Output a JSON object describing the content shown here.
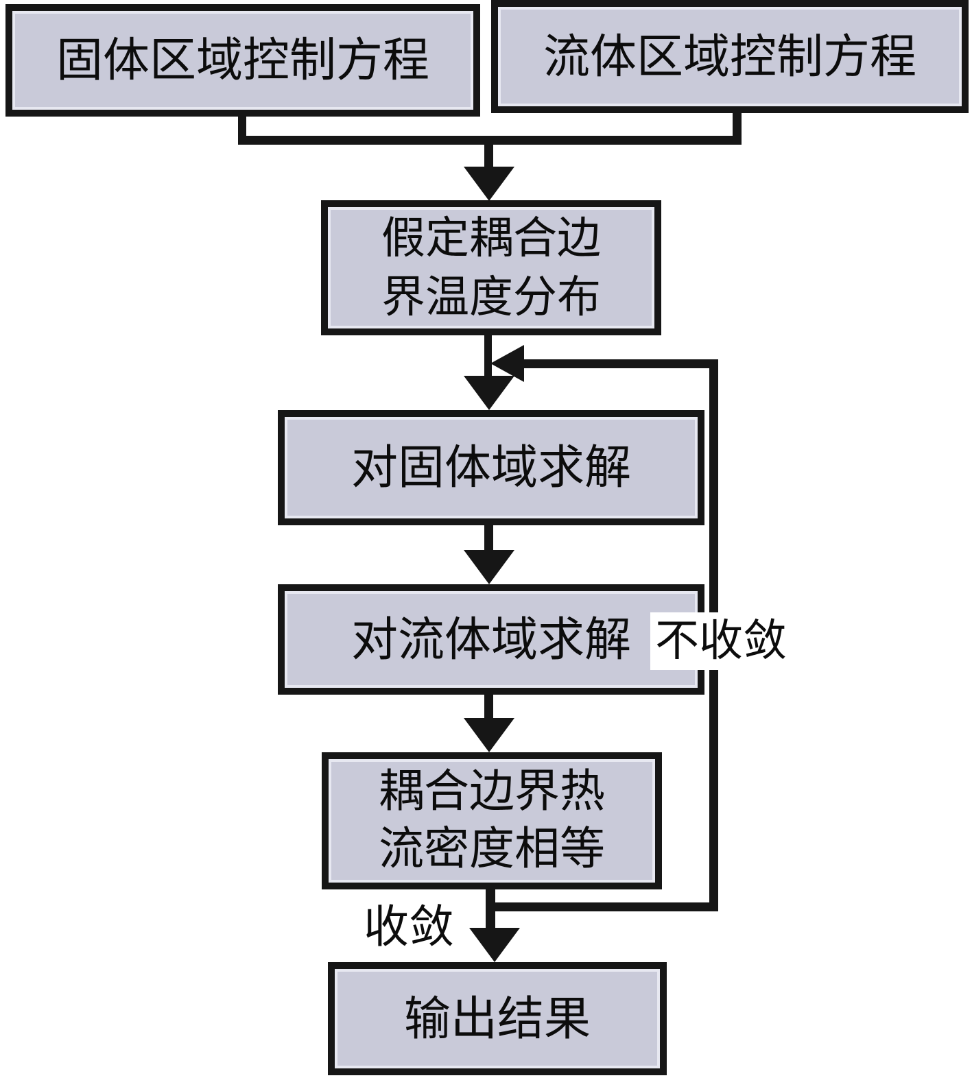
{
  "flowchart": {
    "nodes": {
      "solid_eq": "固体区域控制方程",
      "fluid_eq": "流体区域控制方程",
      "assume_boundary_temp": "假定耦合边\n界温度分布",
      "solve_solid": "对固体域求解",
      "solve_fluid": "对流体域求解",
      "flux_equal": "耦合边界热\n流密度相等",
      "output": "输出结果"
    },
    "edge_labels": {
      "not_converged": "不收敛",
      "converged": "收敛"
    },
    "colors": {
      "node_fill": "#c9cad9",
      "node_border": "#161616",
      "connector": "#161616",
      "background": "#ffffff"
    }
  }
}
